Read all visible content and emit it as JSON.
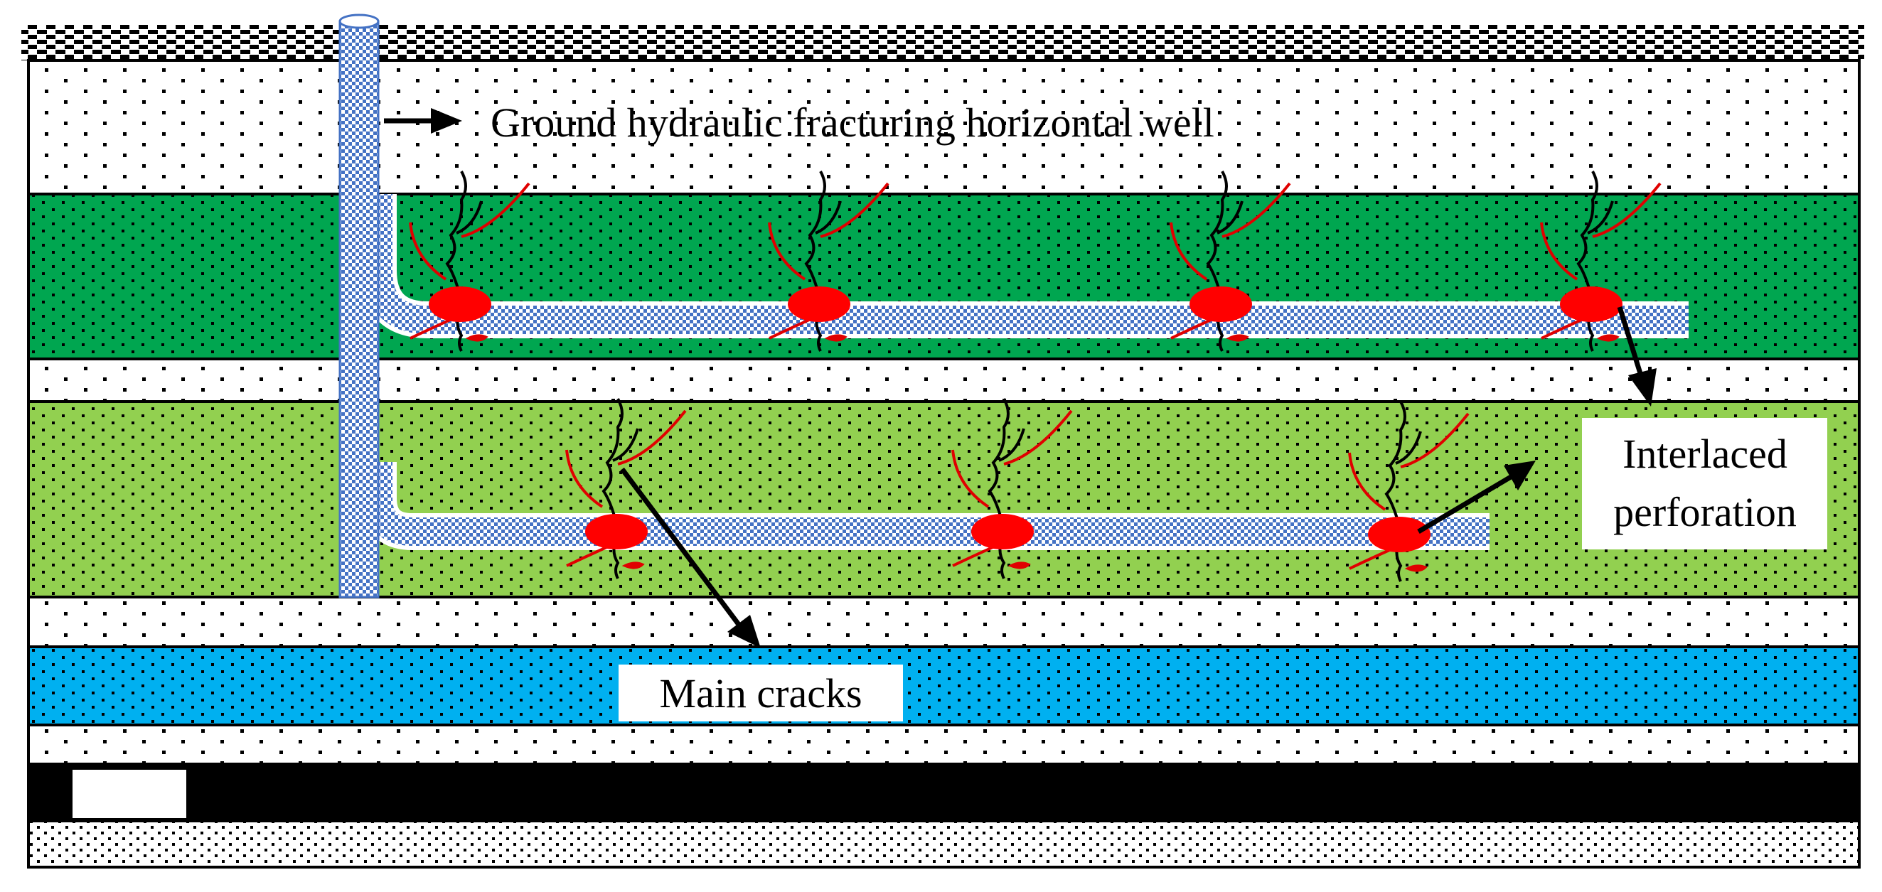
{
  "labels": {
    "well": "Ground hydraulic fracturing horizontal well",
    "perforation_line1": "Interlaced",
    "perforation_line2": "perforation",
    "cracks": "Main cracks"
  },
  "colors": {
    "dark_green_layer": "#00a650",
    "light_green_layer": "#92d050",
    "blue_layer": "#00b0f0",
    "black_layer": "#000000",
    "perforation": "#ff0000",
    "red_crack": "#e00000",
    "black_crack": "#000000",
    "well_pipe": "#4472c4"
  },
  "icons": {
    "perforation_point": "red-ellipse",
    "crack_branches": "crack-lines",
    "well_pipe_texture": "blue-checker-pattern"
  }
}
